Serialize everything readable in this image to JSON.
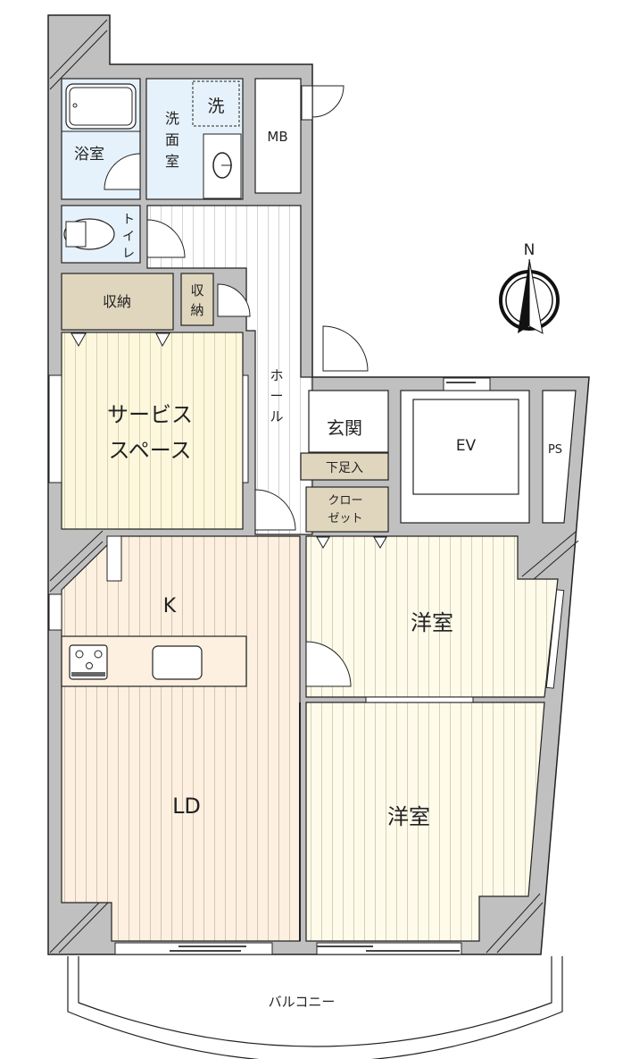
{
  "floorplan": {
    "rooms": {
      "bathroom": "浴室",
      "washroom": [
        "洗",
        "面",
        "室"
      ],
      "washer": "洗",
      "mb": "MB",
      "toilet": [
        "ト",
        "イ",
        "レ"
      ],
      "storage_large": "収納",
      "storage_small": [
        "収",
        "納"
      ],
      "hall": [
        "ホ",
        "ー",
        "ル"
      ],
      "service_space": [
        "サービス",
        "スペース"
      ],
      "entrance": "玄関",
      "shoe_storage": "下足入",
      "closet": [
        "クロー",
        "ゼット"
      ],
      "ev": "EV",
      "ps": "PS",
      "kitchen": "K",
      "western_room_1": "洋室",
      "western_room_2": "洋室",
      "living_dining": "LD",
      "balcony": "バルコニー"
    },
    "compass": {
      "north_label": "N"
    },
    "colors": {
      "wall": "#c0c0c0",
      "outline": "#222222",
      "wet_area": "#e6f2fb",
      "storage": "#e0d6be",
      "service_space": "#fdf8dd",
      "ldk": "#fdf0e0",
      "western_room": "#fefbea",
      "hall": "#ffffff"
    }
  }
}
